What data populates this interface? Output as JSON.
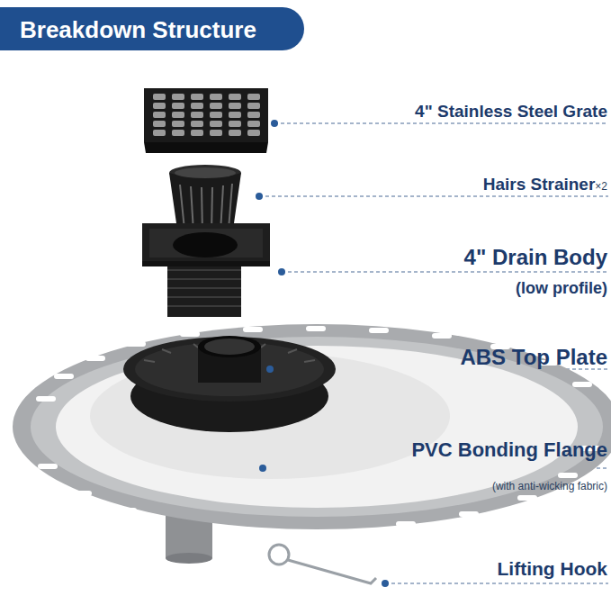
{
  "diagram": {
    "title": "Breakdown Structure",
    "labels": [
      "4\" Stainless Steel Grate",
      "Hairs Strainer",
      "×2",
      "4\" Drain Body",
      "(low profile)",
      "ABS Top Plate",
      "PVC Bonding Flange",
      "(with anti-wicking fabric)",
      "Lifting Hook"
    ]
  }
}
